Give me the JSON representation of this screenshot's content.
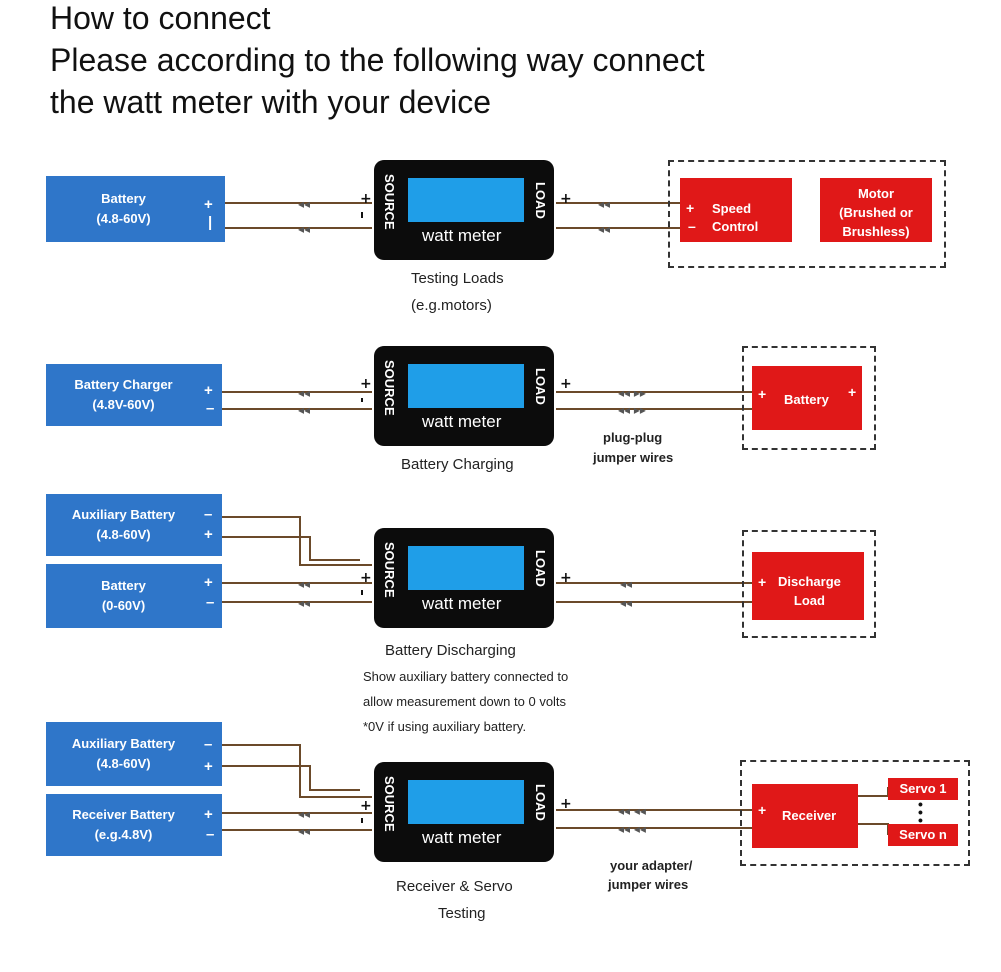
{
  "header": {
    "line1": "How to connect",
    "line2": "Please according to the following way connect",
    "line3": "the watt meter with your device"
  },
  "meter": {
    "source": "SOURCE",
    "load": "LOAD",
    "name": "watt meter"
  },
  "section1": {
    "source": {
      "line1": "Battery",
      "line2": "(4.8-60V)"
    },
    "load": {
      "line1": "Speed",
      "line2": "Control"
    },
    "motor": {
      "line1": "Motor",
      "line2": "(Brushed or",
      "line3": "Brushless)"
    },
    "caption1": "Testing Loads",
    "caption2": "(e.g.motors)"
  },
  "section2": {
    "source": {
      "line1": "Battery Charger",
      "line2": "(4.8V-60V)"
    },
    "load": "Battery",
    "caption": "Battery Charging",
    "note1": "plug-plug",
    "note2": "jumper wires"
  },
  "section3": {
    "aux": {
      "line1": "Auxiliary Battery",
      "line2": "(4.8-60V)"
    },
    "source": {
      "line1": "Battery",
      "line2": "(0-60V)"
    },
    "load": {
      "line1": "Discharge",
      "line2": "Load"
    },
    "caption": "Battery Discharging",
    "note1": "Show auxiliary battery connected to",
    "note2": "allow measurement down to 0 volts",
    "note3": "*0V if using auxiliary battery."
  },
  "section4": {
    "aux": {
      "line1": "Auxiliary Battery",
      "line2": "(4.8-60V)"
    },
    "source": {
      "line1": "Receiver Battery",
      "line2": "(e.g.4.8V)"
    },
    "load": "Receiver",
    "servo1": "Servo 1",
    "servon": "Servo n",
    "caption1": "Receiver & Servo",
    "caption2": "Testing",
    "note1": "your adapter/",
    "note2": "jumper wires"
  }
}
